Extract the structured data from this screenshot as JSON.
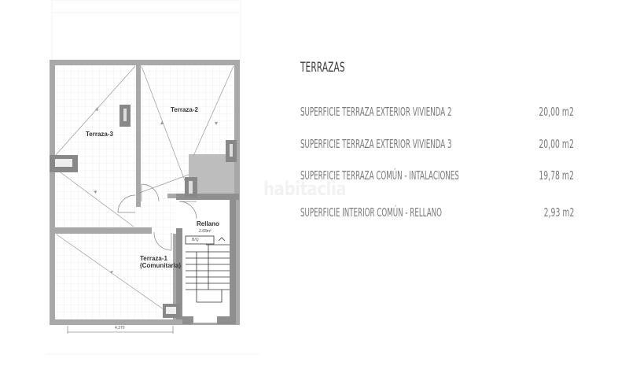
{
  "summary": {
    "title": "TERRAZAS",
    "rows": [
      {
        "label": "SUPERFICIE TERRAZA EXTERIOR VIVIENDA 2",
        "value": "20,00 m2"
      },
      {
        "label": "SUPERFICIE TERRAZA EXTERIOR VIVIENDA 3",
        "value": "20,00 m2"
      },
      {
        "label": "SUPERFICIE TERRAZA COMÚN - INTALACIONES",
        "value": "19,78 m2"
      },
      {
        "label": "SUPERFICIE INTERIOR COMÚN -  RELLANO",
        "value": "2,93 m2"
      }
    ]
  },
  "floor_plan": {
    "rooms": {
      "terraza3": "Terraza-3",
      "terraza2": "Terraza-2",
      "terraza1": "Terraza-1",
      "terraza1_sub": "(Comunitaria)",
      "rellano": "Rellano",
      "rellano_area": "2.93m²"
    },
    "stair_box_label": "B/Q",
    "dimension": "4,370"
  },
  "watermark": "habitaclia",
  "colors": {
    "wall": "#a8a8a8",
    "wall_dark": "#8c8c8c",
    "grid": "#e6e6e6",
    "text_light": "#7a7a7a",
    "title": "#3a3a3a"
  }
}
